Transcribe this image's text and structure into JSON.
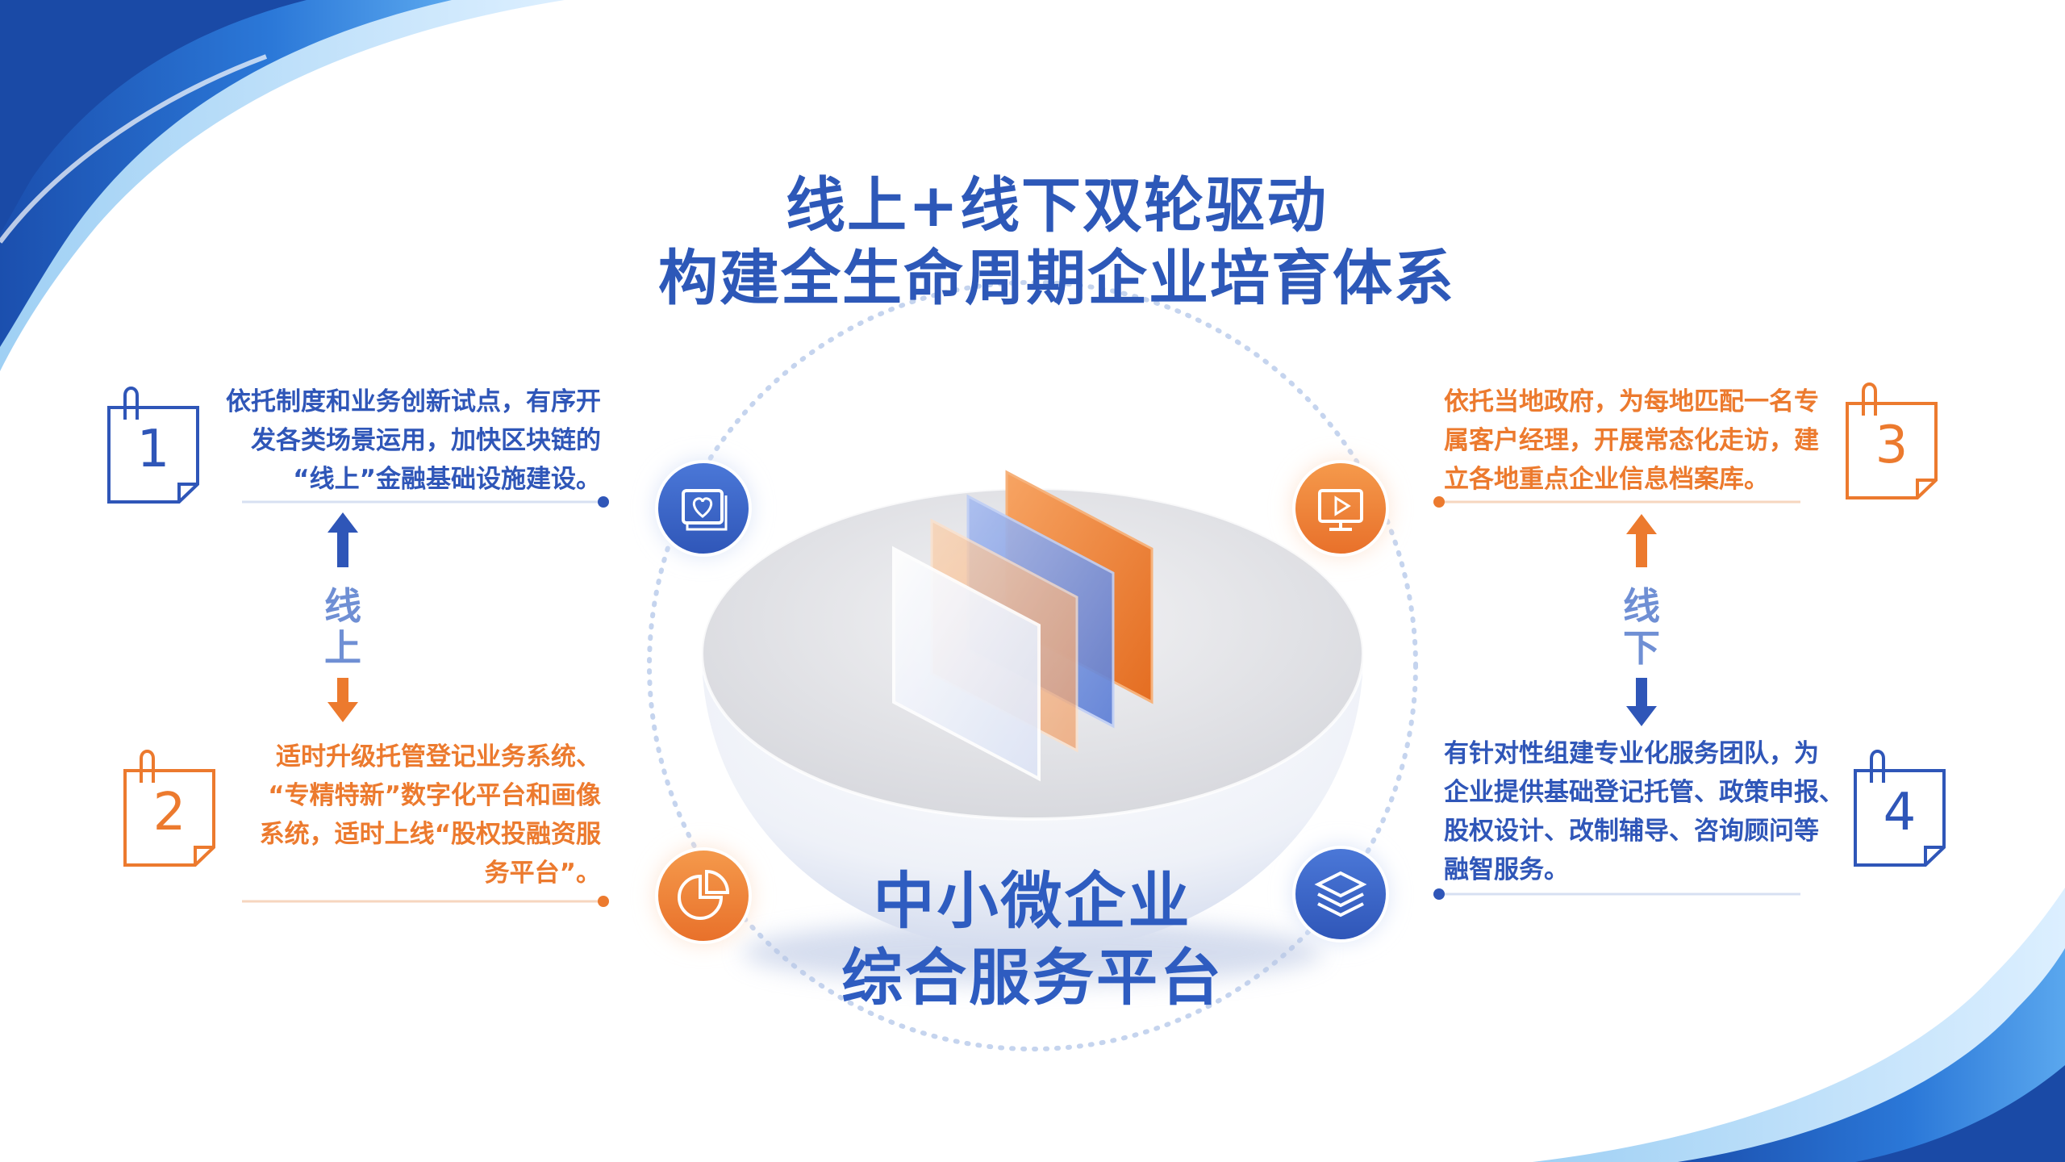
{
  "title": {
    "line1": "线上+线下双轮驱动",
    "line2": "构建全生命周期企业培育体系"
  },
  "center": {
    "line1": "中小微企业",
    "line2": "综合服务平台"
  },
  "online": {
    "label": "线上",
    "item1": {
      "number": "1",
      "lines": [
        "依托制度和业务创新试点，有序开",
        "发各类场景运用，加快区块链的",
        "“线上”金融基础设施建设。"
      ],
      "icon": "heart-image-icon"
    },
    "item2": {
      "number": "2",
      "lines": [
        "适时升级托管登记业务系统、",
        "“专精特新”数字化平台和画像",
        "系统，适时上线“股权投融资服",
        "务平台”。"
      ],
      "icon": "pie-chart-icon"
    }
  },
  "offline": {
    "label": "线下",
    "item3": {
      "number": "3",
      "lines": [
        "依托当地政府，为每地匹配一名专",
        "属客户经理，开展常态化走访，建",
        "立各地重点企业信息档案库。"
      ],
      "icon": "monitor-play-icon"
    },
    "item4": {
      "number": "4",
      "lines": [
        "有针对性组建专业化服务团队，为",
        "企业提供基础登记托管、政策申报、",
        "股权设计、改制辅导、咨询顾问等",
        "融智服务。"
      ],
      "icon": "layers-icon"
    }
  },
  "colors": {
    "blue": "#2f56b8",
    "orange": "#ec7a2e"
  }
}
